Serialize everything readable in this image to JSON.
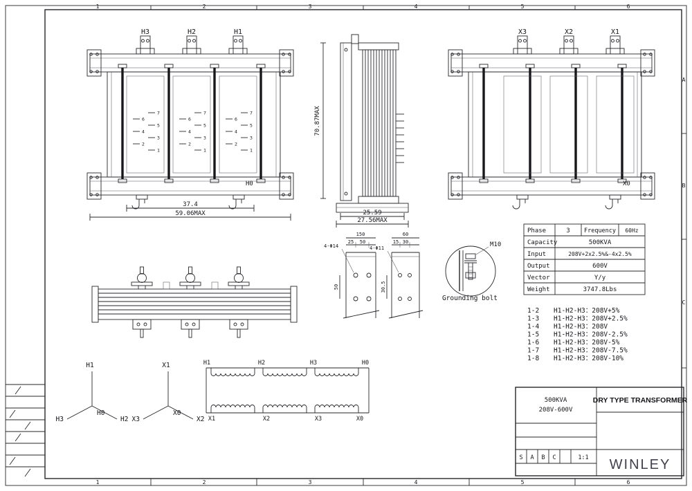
{
  "sheet": {
    "columns": [
      "1",
      "2",
      "3",
      "4",
      "5",
      "6"
    ],
    "rows": [
      "A",
      "B",
      "C"
    ]
  },
  "front_view": {
    "terminals": [
      "H3",
      "H2",
      "H1"
    ],
    "neutral": "H0",
    "taps_right": [
      "7",
      "5",
      "3",
      "1"
    ],
    "taps_left": [
      "6",
      "4",
      "2"
    ],
    "dim_feet": "37.4",
    "dim_overall": "59.06MAX"
  },
  "side_view": {
    "dim_height": "70.87MAX",
    "dim_depth": "25.59",
    "dim_depth_max": "27.56MAX"
  },
  "rear_view": {
    "terminals": [
      "X3",
      "X2",
      "X1"
    ],
    "neutral": "X0"
  },
  "hole_details": [
    {
      "callout": "4-Φ14",
      "dim_total": "150",
      "dim_a": "25",
      "dim_b": "50",
      "dim_v": "50"
    },
    {
      "callout": "4-Φ11",
      "dim_total": "60",
      "dim_a": "15",
      "dim_b": "30",
      "dim_v": "30.5"
    }
  ],
  "grounding": {
    "bolt_size": "M10",
    "caption": "Grounding bolt"
  },
  "spec_table": {
    "phase_label": "Phase",
    "phase_value": "3",
    "frequency_label": "Frequency",
    "frequency_value": "60Hz",
    "capacity_label": "Capacity",
    "capacity_value": "500KVA",
    "input_label": "Input",
    "input_value": "208V+2x2.5%&-4x2.5%",
    "output_label": "Output",
    "output_value": "600V",
    "vector_label": "Vector",
    "vector_value": "Y/y",
    "weight_label": "Weight",
    "weight_value": "3747.8Lbs"
  },
  "tap_table": [
    {
      "code": "1-2",
      "desc": "H1-H2-H3：208V+5%"
    },
    {
      "code": "1-3",
      "desc": "H1-H2-H3：208V+2.5%"
    },
    {
      "code": "1-4",
      "desc": "H1-H2-H3：208V"
    },
    {
      "code": "1-5",
      "desc": "H1-H2-H3：208V-2.5%"
    },
    {
      "code": "1-6",
      "desc": "H1-H2-H3：208V-5%"
    },
    {
      "code": "1-7",
      "desc": "H1-H2-H3：208V-7.5%"
    },
    {
      "code": "1-8",
      "desc": "H1-H2-H3：208V-10%"
    }
  ],
  "vector_hv": {
    "top": "H1",
    "center": "H0",
    "left": "H3",
    "right": "H2"
  },
  "vector_lv": {
    "top": "X1",
    "center": "X0",
    "left": "X3",
    "right": "X2"
  },
  "winding": {
    "top": [
      "H1",
      "H2",
      "H3",
      "H0"
    ],
    "bottom": [
      "X1",
      "X2",
      "X3",
      "X0"
    ]
  },
  "title_block": {
    "rating": "500KVA",
    "voltage": "208V-600V",
    "title": "DRY TYPE TRANSFORMER",
    "rev_cells": [
      "S",
      "A",
      "B",
      "C"
    ],
    "scale": "1:1",
    "brand": "WINLEY"
  }
}
